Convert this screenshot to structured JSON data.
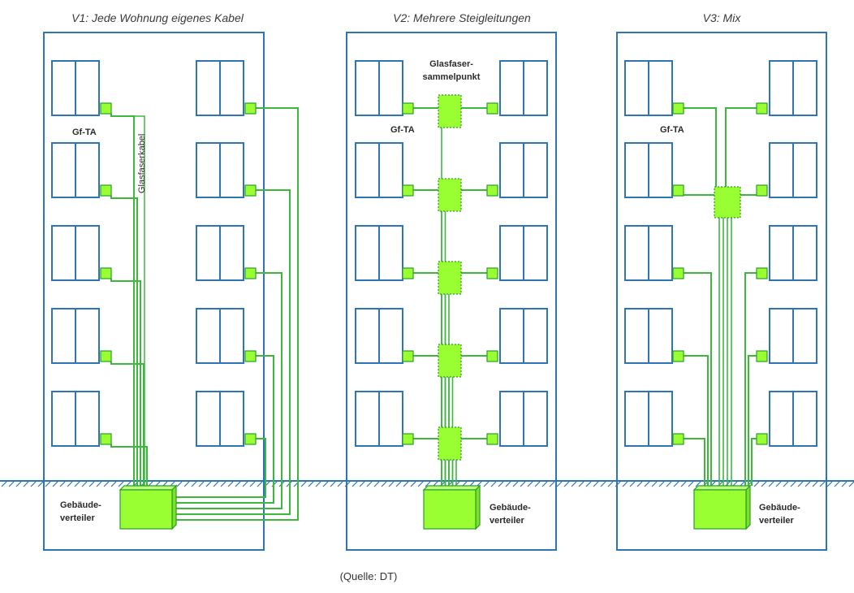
{
  "colors": {
    "building": "#2e75b6",
    "fiber": "#3db83d",
    "box_fill": "#99ff33",
    "box_stroke": "#2a9d2a",
    "ground": "#2e75b6"
  },
  "variants": [
    {
      "title": "V1: Jede Wohnung eigenes Kabel",
      "label_ta": "Gf-TA",
      "label_cable": "Glasfaserkabel",
      "label_distributor_1": "Gebäude-",
      "label_distributor_2": "verteiler"
    },
    {
      "title": "V2: Mehrere Steigleitungen",
      "label_ta": "Gf-TA",
      "label_collector_1": "Glasfaser-",
      "label_collector_2": "sammelpunkt",
      "label_distributor_1": "Gebäude-",
      "label_distributor_2": "verteiler"
    },
    {
      "title": "V3: Mix",
      "label_ta": "Gf-TA",
      "label_distributor_1": "Gebäude-",
      "label_distributor_2": "verteiler"
    }
  ],
  "source": "(Quelle: DT)"
}
